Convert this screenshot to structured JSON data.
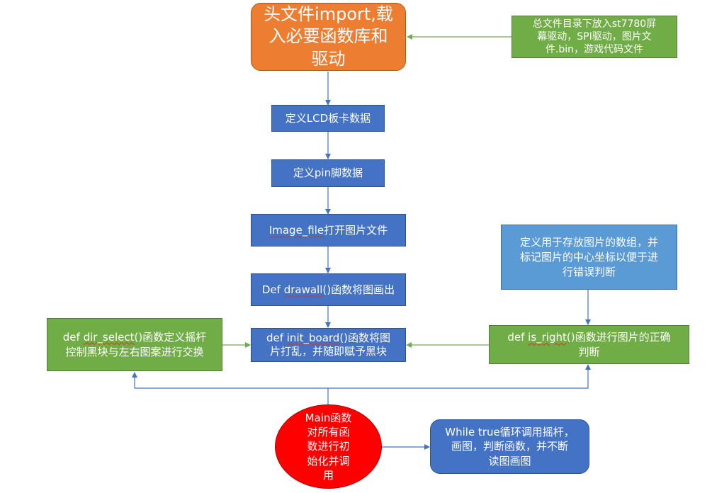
{
  "colors": {
    "blue": "#4472C4",
    "green": "#70AD47",
    "orange": "#ED7D31",
    "light_blue": "#5B9BD5",
    "red": "#FF0000",
    "connector_blue": "#4472C4",
    "connector_green": "#70AD47"
  },
  "nodes": {
    "import_box": {
      "lines": [
        "头文件import,载",
        "入必要函数库和",
        "驱动"
      ]
    },
    "files_note": {
      "lines": [
        "总文件目录下放入st7780屏",
        "幕驱动，SPI驱动，图片文",
        "件.bin，游戏代码文件"
      ]
    },
    "lcd_box": {
      "text": "定义LCD板卡数据"
    },
    "pin_box": {
      "text": "定义pin脚数据"
    },
    "image_file_box": {
      "code": "Image_file",
      "text": "打开图片文件"
    },
    "drawall_box": {
      "prefix": "Def ",
      "code": "drawall",
      "text": "()函数将图画出"
    },
    "init_board_box": {
      "prefix": "def ",
      "code": "init_board",
      "text_line1": "()函数将图",
      "text_line2": "片打乱，并随即赋予黑块"
    },
    "dir_select_box": {
      "prefix": "def ",
      "code": "dir_select",
      "text_line1": "()函数定义摇杆",
      "text_line2": "控制黑块与左右图案进行交换"
    },
    "array_box": {
      "lines": [
        "定义用于存放图片的数组，并",
        "标记图片的中心坐标以便于进",
        "行错误判断"
      ]
    },
    "is_right_box": {
      "prefix": "def ",
      "code": "is_right",
      "text_line1": "()函数进行图片的正确",
      "text_line2": "判断"
    },
    "main_ellipse": {
      "lines": [
        "Main函数",
        "对所有函",
        "数进行初",
        "始化并调",
        "用"
      ]
    },
    "while_box": {
      "lines": [
        "While true循环调用摇杆，",
        "画图，判断函数，并不断",
        "读图画图"
      ]
    }
  }
}
